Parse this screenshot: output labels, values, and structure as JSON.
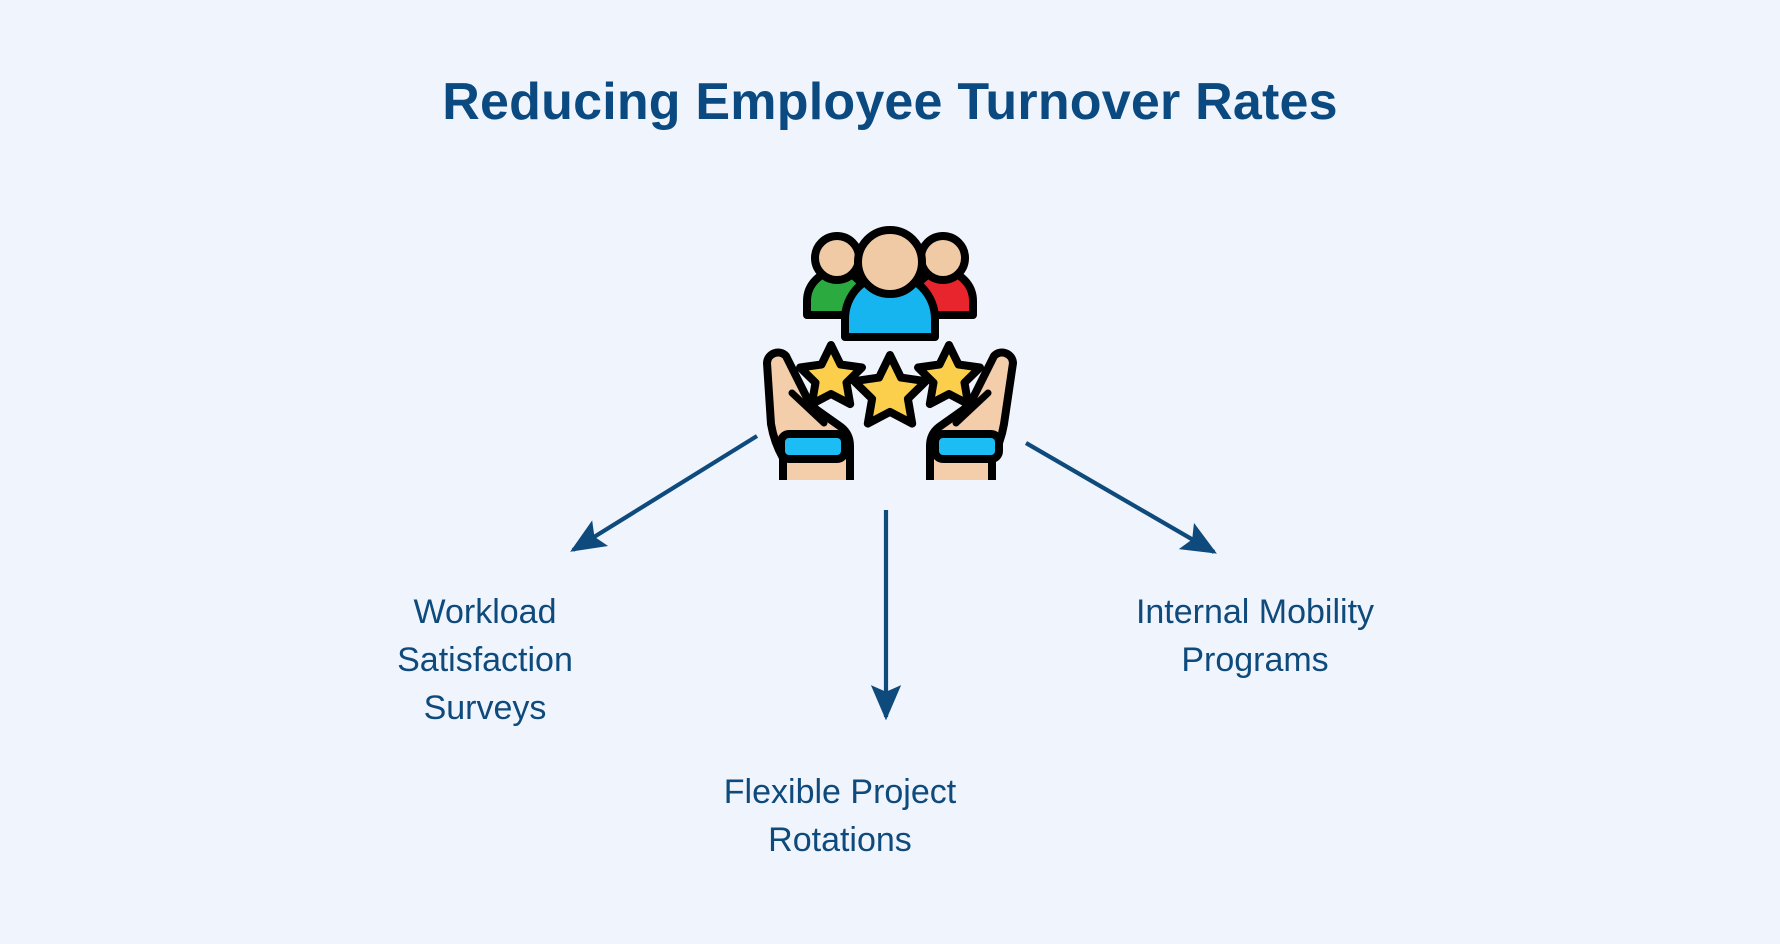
{
  "page": {
    "background_color": "#f0f4fd",
    "title": "Reducing Employee Turnover Rates",
    "title_color": "#0b4a80",
    "accent_color": "#0e4a7b"
  },
  "hero": {
    "icon_name": "hands-holding-people-with-stars-icon",
    "alt_text": "Two open hands holding three people and three stars",
    "people": [
      {
        "name": "person-left",
        "shirt_color": "#2aaa3f",
        "skin_color": "#f0c9a5"
      },
      {
        "name": "person-center",
        "shirt_color": "#17b5f0",
        "skin_color": "#f0c9a5"
      },
      {
        "name": "person-right",
        "shirt_color": "#e8242c",
        "skin_color": "#f0c9a5"
      }
    ],
    "stars": {
      "count": 3,
      "fill_color": "#fbcf4b",
      "outline_color": "#000000"
    },
    "hands": {
      "skin_color": "#f4cdab",
      "cuff_color": "#1cbdf5",
      "outline_color": "#000000"
    }
  },
  "connectors": [
    {
      "name": "arrow-to-workload-satisfaction-surveys",
      "direction": "down-left",
      "color": "#0e4a7b"
    },
    {
      "name": "arrow-to-flexible-project-rotations",
      "direction": "down",
      "color": "#0e4a7b"
    },
    {
      "name": "arrow-to-internal-mobility-programs",
      "direction": "down-right",
      "color": "#0e4a7b"
    }
  ],
  "branches": [
    {
      "id": "workload-satisfaction-surveys",
      "label": "Workload Satisfaction Surveys",
      "lines": [
        "Workload",
        "Satisfaction",
        "Surveys"
      ],
      "position": "left"
    },
    {
      "id": "flexible-project-rotations",
      "label": "Flexible Project Rotations",
      "lines": [
        "Flexible Project",
        "Rotations"
      ],
      "position": "center"
    },
    {
      "id": "internal-mobility-programs",
      "label": "Internal Mobility Programs",
      "lines": [
        "Internal Mobility",
        "Programs"
      ],
      "position": "right"
    }
  ]
}
